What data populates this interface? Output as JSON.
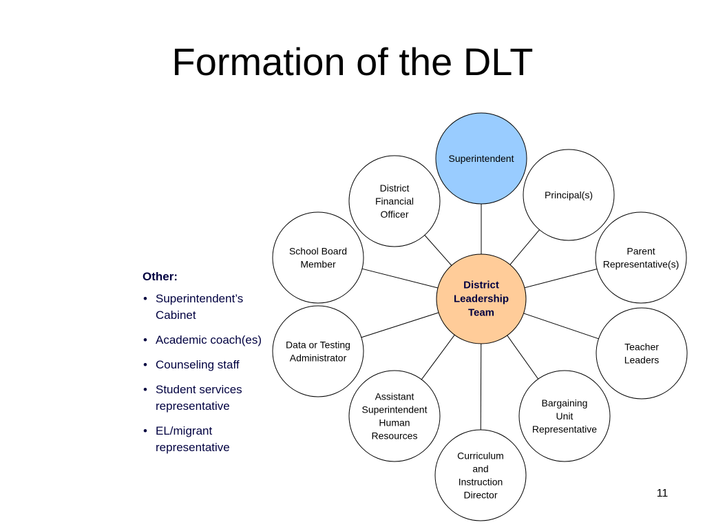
{
  "slide": {
    "title": "Formation of the DLT",
    "page_number": "11"
  },
  "diagram": {
    "center": {
      "lines": [
        "District",
        "Leadership",
        "Team"
      ],
      "fill": "#ffcc99"
    },
    "highlight_fill": "#99ccff",
    "nodes": [
      {
        "id": "superintendent",
        "lines": [
          "Superintendent"
        ],
        "highlight": true
      },
      {
        "id": "principals",
        "lines": [
          "Principal(s)"
        ]
      },
      {
        "id": "parent-representatives",
        "lines": [
          "Parent",
          "Representative(s)"
        ]
      },
      {
        "id": "teacher-leaders",
        "lines": [
          "Teacher",
          "Leaders"
        ]
      },
      {
        "id": "bargaining-unit-representative",
        "lines": [
          "Bargaining",
          "Unit",
          "Representative"
        ]
      },
      {
        "id": "curriculum-instruction-director",
        "lines": [
          "Curriculum",
          "and",
          "Instruction",
          "Director"
        ]
      },
      {
        "id": "assistant-superintendent-hr",
        "lines": [
          "Assistant",
          "Superintendent",
          "Human",
          "Resources"
        ]
      },
      {
        "id": "data-testing-administrator",
        "lines": [
          "Data or Testing",
          "Administrator"
        ]
      },
      {
        "id": "school-board-member",
        "lines": [
          "School Board",
          "Member"
        ]
      },
      {
        "id": "district-financial-officer",
        "lines": [
          "District",
          "Financial",
          "Officer"
        ]
      }
    ]
  },
  "other": {
    "heading": "Other:",
    "items": [
      "Superintendent’s Cabinet",
      "Academic coach(es)",
      "Counseling staff",
      "Student services representative",
      "EL/migrant representative"
    ]
  }
}
